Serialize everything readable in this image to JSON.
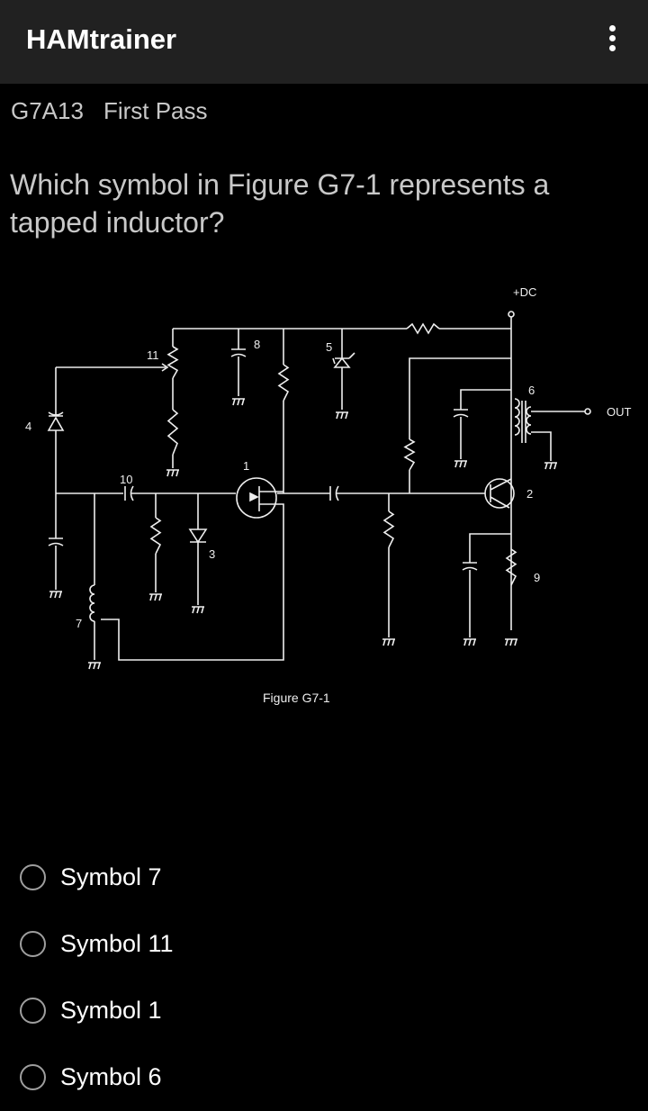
{
  "app": {
    "title": "HAMtrainer",
    "menu_icon": "more-vert-icon"
  },
  "question": {
    "id": "G7A13",
    "mode": "First Pass",
    "text": "Which symbol in Figure G7-1 represents a tapped inductor?"
  },
  "figure": {
    "caption": "Figure G7-1",
    "dc_label": "+DC",
    "out_label": "OUT",
    "labels": [
      "1",
      "2",
      "3",
      "4",
      "5",
      "6",
      "7",
      "8",
      "9",
      "10",
      "11"
    ]
  },
  "answers": [
    {
      "label": "Symbol 7",
      "selected": false
    },
    {
      "label": "Symbol 11",
      "selected": false
    },
    {
      "label": "Symbol 1",
      "selected": false
    },
    {
      "label": "Symbol 6",
      "selected": false
    }
  ]
}
